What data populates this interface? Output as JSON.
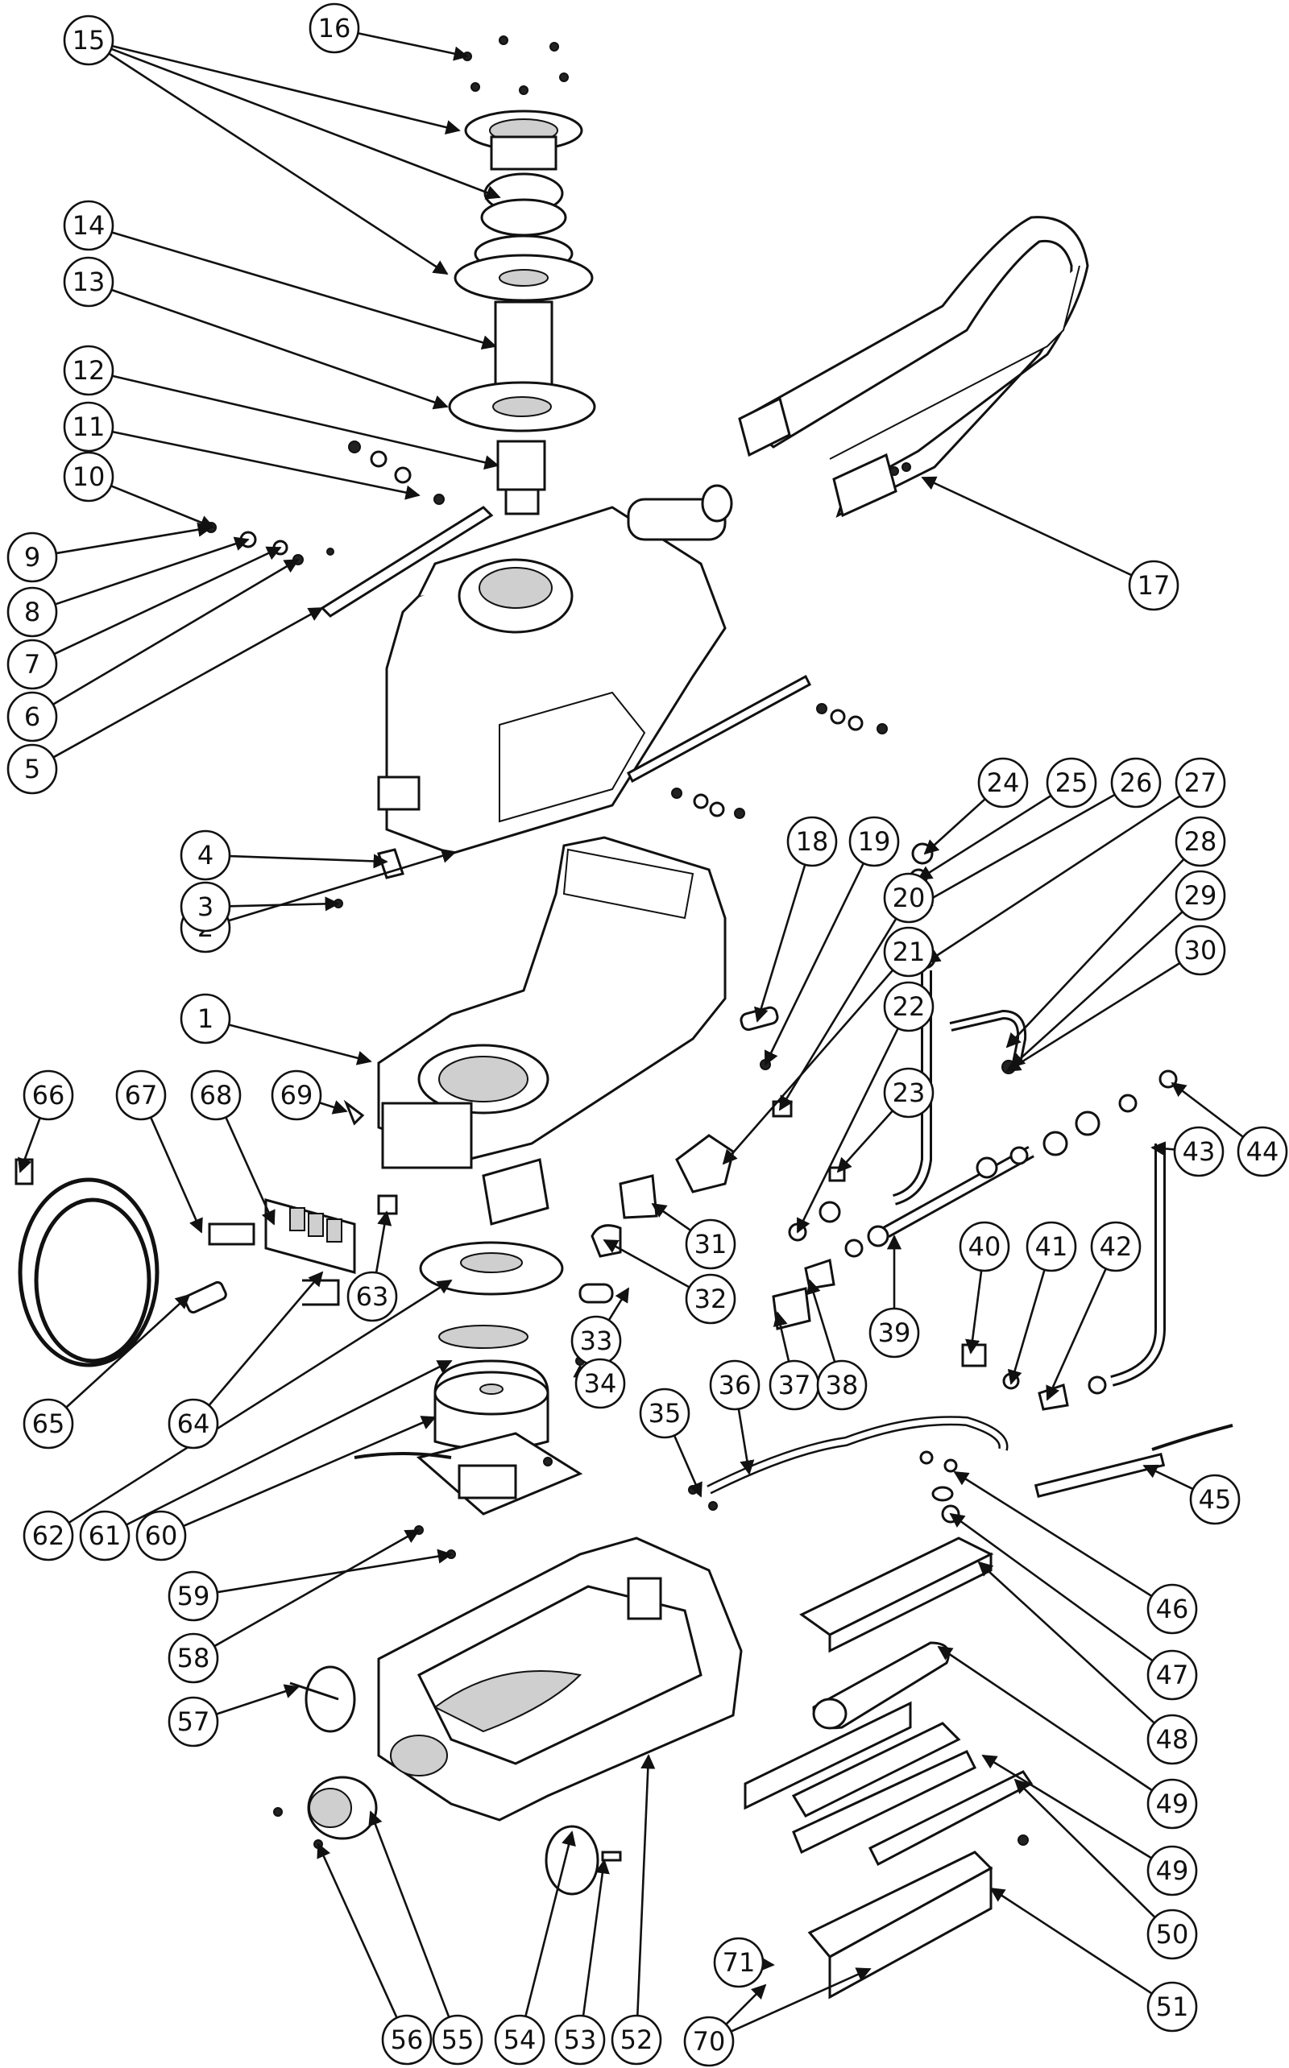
{
  "callouts": [
    "1",
    "2",
    "3",
    "4",
    "5",
    "6",
    "7",
    "8",
    "9",
    "10",
    "11",
    "12",
    "13",
    "14",
    "15",
    "16",
    "17",
    "18",
    "19",
    "20",
    "21",
    "22",
    "23",
    "24",
    "25",
    "26",
    "27",
    "28",
    "29",
    "30",
    "31",
    "32",
    "33",
    "34",
    "35",
    "36",
    "37",
    "38",
    "39",
    "40",
    "41",
    "42",
    "43",
    "44",
    "45",
    "46",
    "47",
    "48",
    "49",
    "49",
    "50",
    "51",
    "52",
    "53",
    "54",
    "55",
    "56",
    "57",
    "58",
    "59",
    "60",
    "61",
    "62",
    "63",
    "64",
    "65",
    "66",
    "67",
    "68",
    "69",
    "70",
    "71"
  ]
}
